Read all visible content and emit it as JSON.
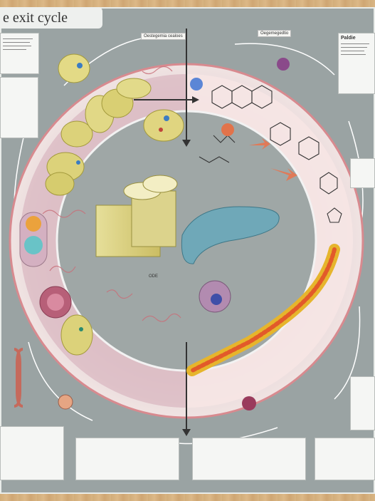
{
  "title": "e exit cycle",
  "box_labels": {
    "top_center": "Oestegemia cealoes",
    "top_right": "Oegemegedtio",
    "right_header": "Paldie"
  },
  "center_label": "ODE"
}
